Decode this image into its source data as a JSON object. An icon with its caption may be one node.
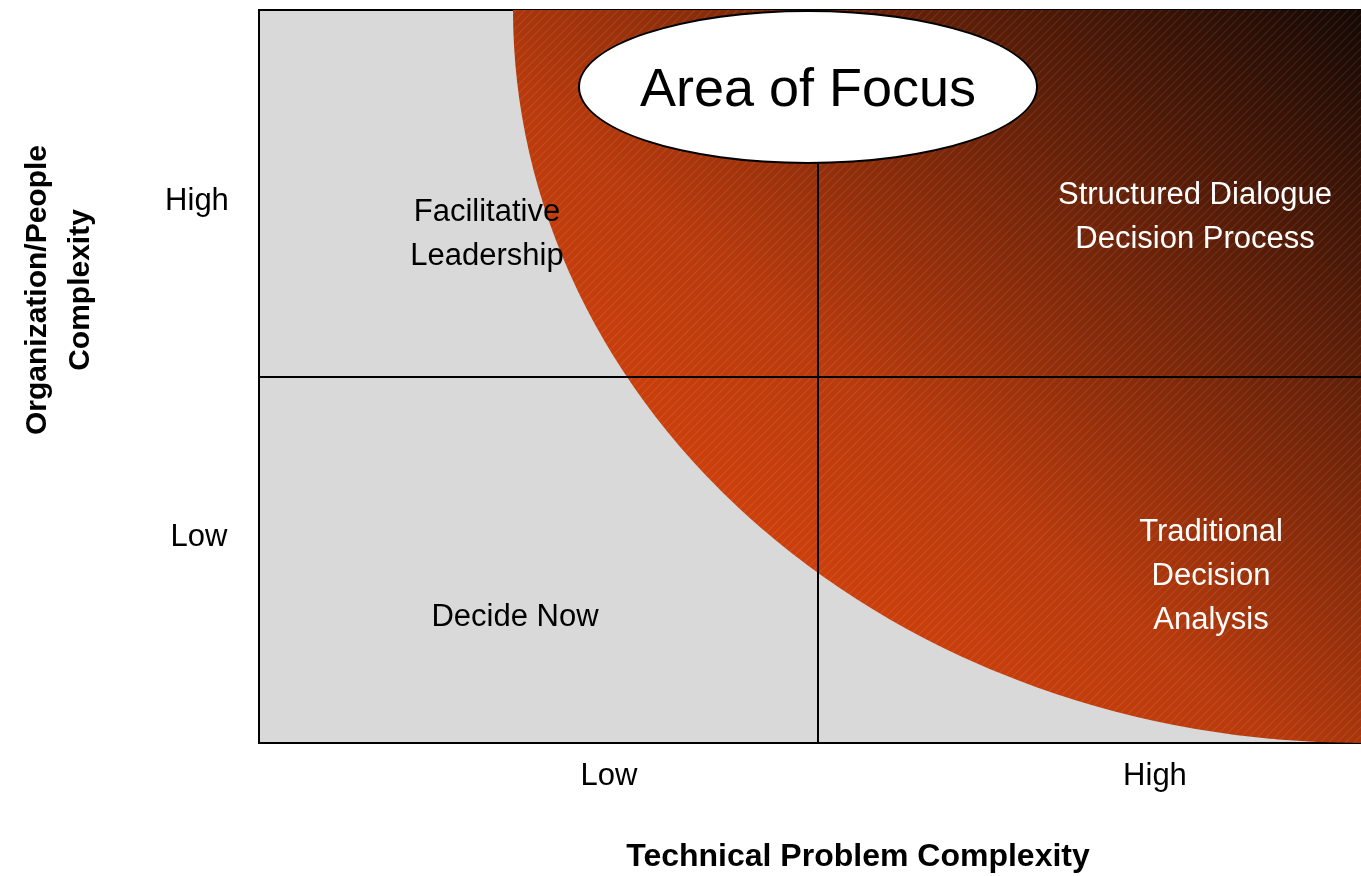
{
  "diagram": {
    "nodes": [
      {
        "text": [
          "Area of Focus"
        ]
      }
    ],
    "labels": [
      "Organization/People Complexity",
      "High",
      "Facilitative Leadership",
      "Structured Dialogue Decision Process",
      "Low",
      "Traditional Decision Analysis",
      "Decide Now",
      "Low",
      "High",
      "Technical Problem Complexity"
    ]
  }
}
